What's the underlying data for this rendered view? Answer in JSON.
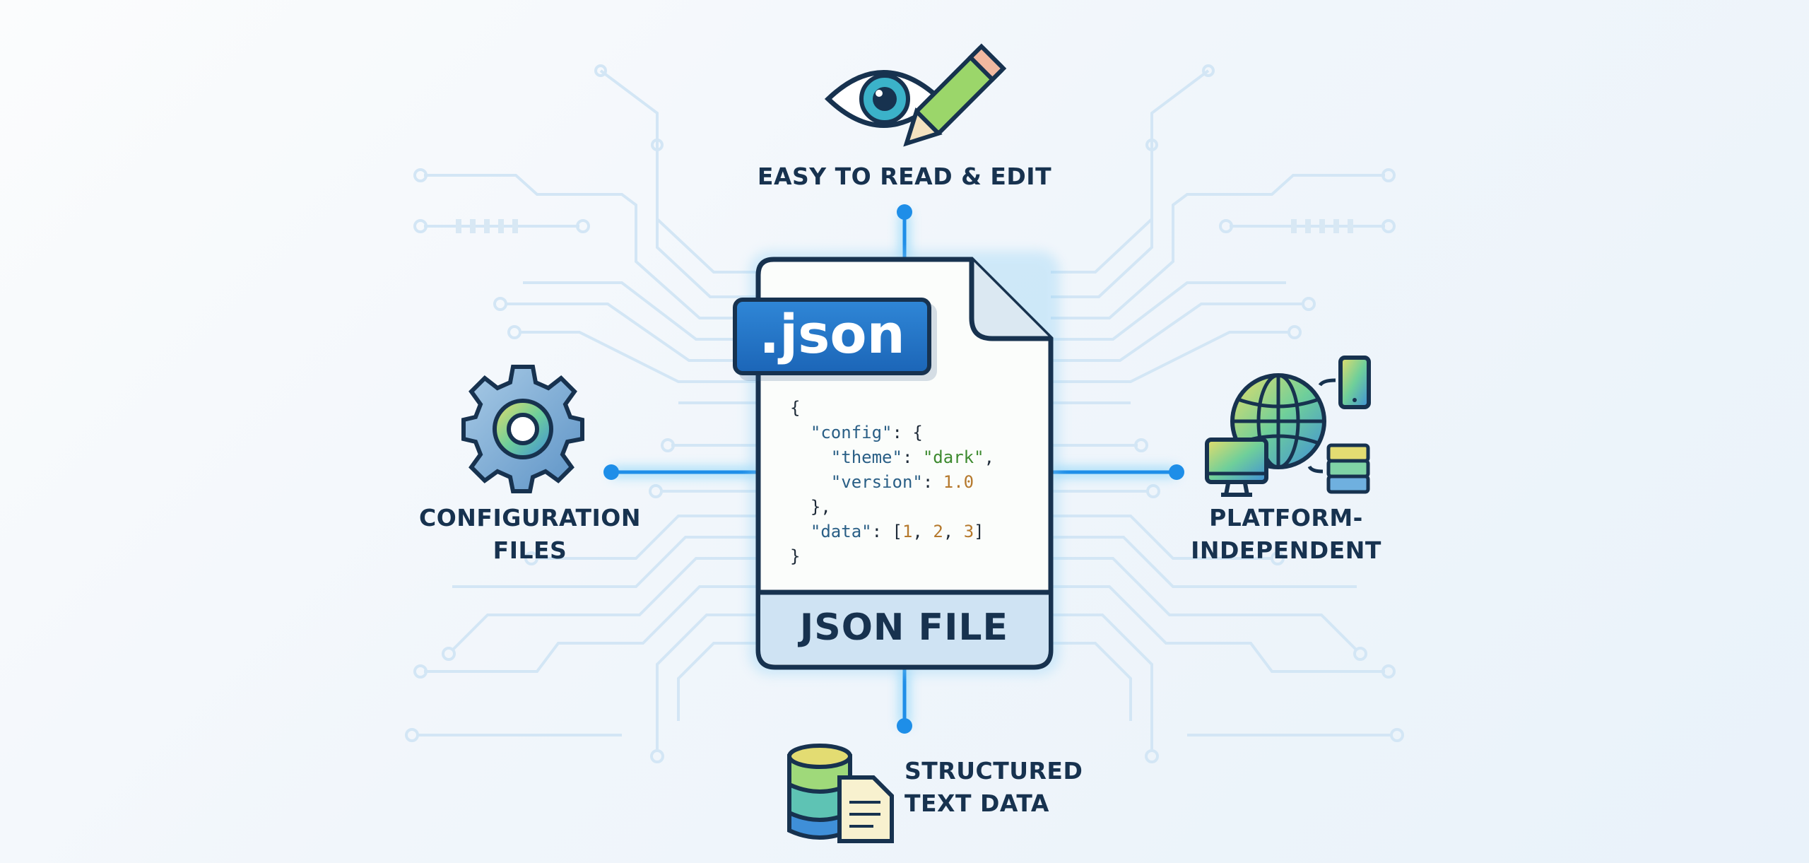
{
  "center_file": {
    "extension_tab": ".json",
    "footer_label": "JSON FILE",
    "code_lines": {
      "open": "{",
      "config_key": "\"config\"",
      "config_open": ": {",
      "theme_key": "\"theme\"",
      "theme_colon": ": ",
      "theme_value": "\"dark\"",
      "theme_comma": ",",
      "version_key": "\"version\"",
      "version_colon": ": ",
      "version_value": "1.0",
      "config_close": "},",
      "data_key": "\"data\"",
      "data_open": ": [",
      "data_1": "1",
      "sep_1": ", ",
      "data_2": "2",
      "sep_2": ", ",
      "data_3": "3",
      "data_close": "]",
      "close": "}"
    }
  },
  "features": {
    "top": {
      "line1": "EASY TO READ & EDIT",
      "icon": "eye-pencil-icon"
    },
    "left": {
      "line1": "CONFIGURATION",
      "line2": "FILES",
      "icon": "gear-icon"
    },
    "right": {
      "line1": "PLATFORM-",
      "line2": "INDEPENDENT",
      "icon": "globe-devices-icon"
    },
    "bottom": {
      "line1": "STRUCTURED",
      "line2": "TEXT DATA",
      "icon": "database-document-icon"
    }
  },
  "colors": {
    "navy": "#17324f",
    "accent": "#1e8ee8",
    "trace": "#cfe4f4"
  }
}
